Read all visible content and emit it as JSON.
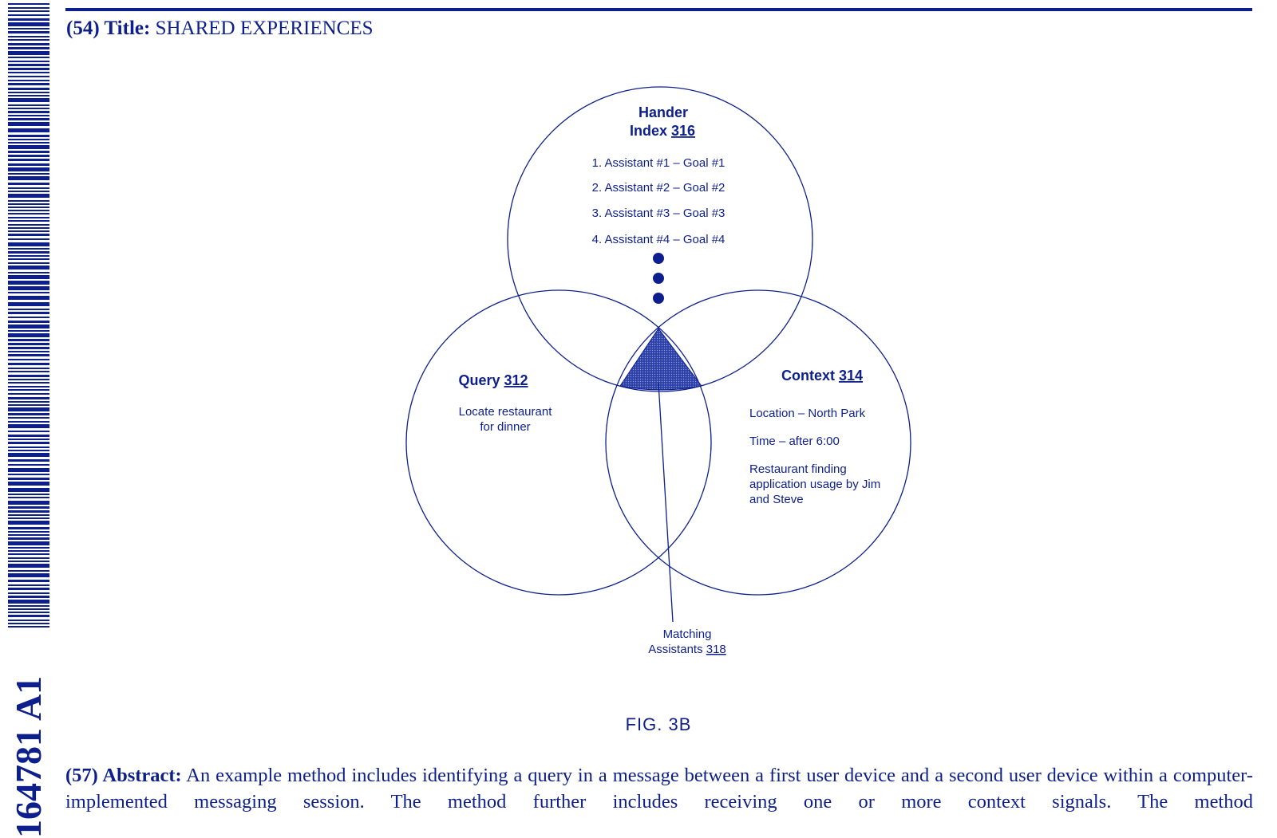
{
  "publication": {
    "number_fragment": "164781 A1"
  },
  "title": {
    "label": "(54) Title:",
    "text": "SHARED EXPERIENCES"
  },
  "figure": {
    "index": {
      "name_line1": "Hander",
      "name_line2": "Index",
      "ref": "316",
      "items": [
        "1. Assistant #1 – Goal #1",
        "2. Assistant #2 – Goal #2",
        "3. Assistant #3 – Goal #3",
        "4. Assistant #4 – Goal #4"
      ]
    },
    "query": {
      "name": "Query",
      "ref": "312",
      "line1": "Locate restaurant",
      "line2": "for dinner"
    },
    "context": {
      "name": "Context",
      "ref": "314",
      "location": "Location – North Park",
      "time": "Time – after 6:00",
      "usage_line1": "Restaurant finding",
      "usage_line2": "application usage by Jim",
      "usage_line3": "and Steve"
    },
    "matching": {
      "line1": "Matching",
      "name": "Assistants",
      "ref": "318"
    },
    "caption": "FIG. 3B"
  },
  "abstract": {
    "label": "(57) Abstract:",
    "text": "An example method includes identifying a query in a message between a first user device and a second user device within a computer-implemented messaging session. The method further includes receiving one or more context signals. The method"
  },
  "colors": {
    "ink": "#0d1f8c"
  }
}
